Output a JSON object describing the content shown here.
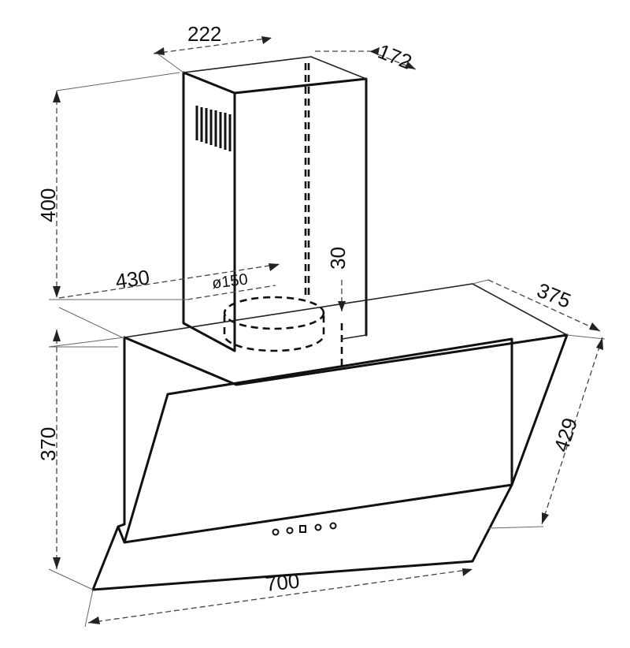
{
  "dimensions": {
    "chimney_width": "222",
    "chimney_depth": "172",
    "chimney_height": "400",
    "outlet_offset": "30",
    "body_depth": "430",
    "duct_diameter": "ø150",
    "glass_depth": "375",
    "glass_height": "429",
    "body_height": "370",
    "overall_width": "700"
  }
}
